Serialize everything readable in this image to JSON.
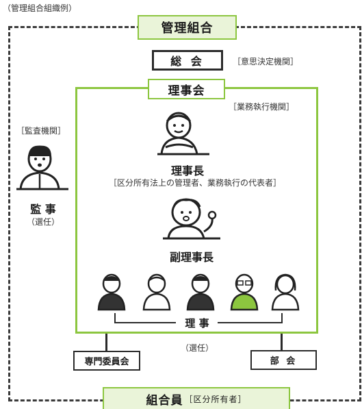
{
  "caption": "（管理組合組織例）",
  "union": {
    "title": "管理組合"
  },
  "general_meeting": {
    "title": "総 会",
    "note": "［意思決定機関］"
  },
  "board": {
    "title": "理事会",
    "note": "［業務執行機関］",
    "chairman": {
      "label": "理事長",
      "note": "［区分所有法上の管理者、業務執行の代表者］"
    },
    "vice_chairman": {
      "label": "副理事長"
    },
    "directors": {
      "label": "理 事",
      "selection": "（選任）"
    }
  },
  "auditor": {
    "note": "［監査機関］",
    "label": "監 事",
    "selection": "（選任）"
  },
  "committee": {
    "label": "専門委員会"
  },
  "department": {
    "label": "部 会"
  },
  "members": {
    "label": "組合員",
    "note": "［区分所有者］"
  },
  "colors": {
    "accent_green": "#8cc63f",
    "light_green": "#eaf4d9",
    "dark": "#2a2a2a"
  },
  "icons": [
    "chairman-figure-icon",
    "vice-chairman-figure-icon",
    "auditor-figure-icon",
    "director-figure-icon"
  ]
}
